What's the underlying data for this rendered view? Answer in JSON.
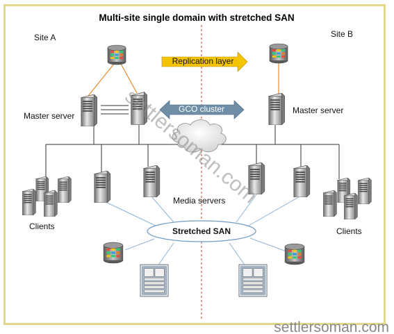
{
  "diagram": {
    "title": "Multi-site single domain with stretched SAN",
    "site_a": "Site A",
    "site_b": "Site B",
    "replication": "Replication layer",
    "gco": "GCO cluster",
    "master_a": "Master server",
    "master_b": "Master server",
    "clients_a": "Clients",
    "clients_b": "Clients",
    "media": "Media servers",
    "san": "Stretched SAN"
  },
  "watermark": {
    "diagonal": "settlersoman.com",
    "footer": "settlersoman.com"
  },
  "colors": {
    "frame": "#e4d98a",
    "divider": "#c0392b",
    "replication_arrow": "#f5c400",
    "gco_arrow": "#6f8ea8",
    "storage_link": "#e58a2e",
    "san_link": "#8fb4d6",
    "lan": "#333333"
  }
}
